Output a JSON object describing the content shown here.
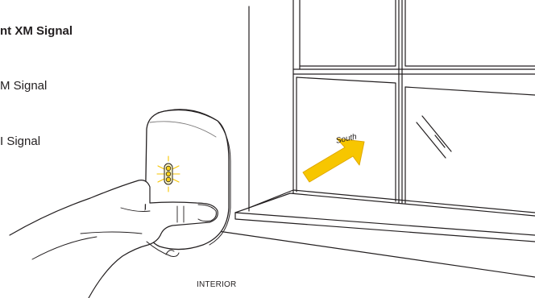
{
  "labels": {
    "strong": "nt XM Signal",
    "medium": "M Signal",
    "weak": "I Signal",
    "direction": "South",
    "location": "INTERIOR"
  },
  "colors": {
    "line": "#231f20",
    "arrow": "#f7c600",
    "arrow_outline": "#e0a800",
    "led_glow": "#ffd21a",
    "led_ring": "#f7c600"
  },
  "icons": [
    "antenna-device-icon",
    "hand-icon",
    "window-icon",
    "arrow-icon",
    "signal-led-icon"
  ]
}
